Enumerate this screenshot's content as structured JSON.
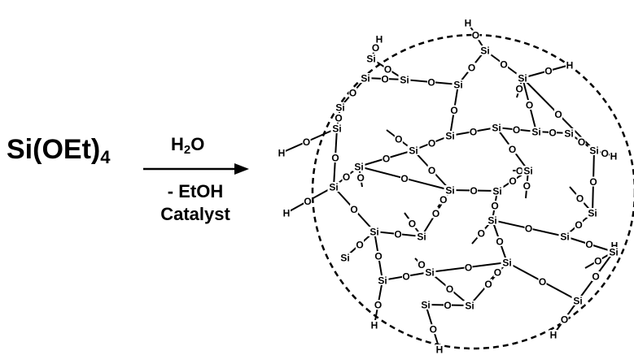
{
  "reactant": {
    "main": "Si(OEt)",
    "sub": "4"
  },
  "conditions": {
    "reagent_main": "H",
    "reagent_sub": "2",
    "reagent_tail": "O",
    "line1": "- EtOH",
    "line2": "Catalyst"
  },
  "atoms": {
    "silicon": "Si",
    "oxygen": "O",
    "hydrogen": "H"
  },
  "colors": {
    "ink": "#000000",
    "background": "#ffffff"
  }
}
